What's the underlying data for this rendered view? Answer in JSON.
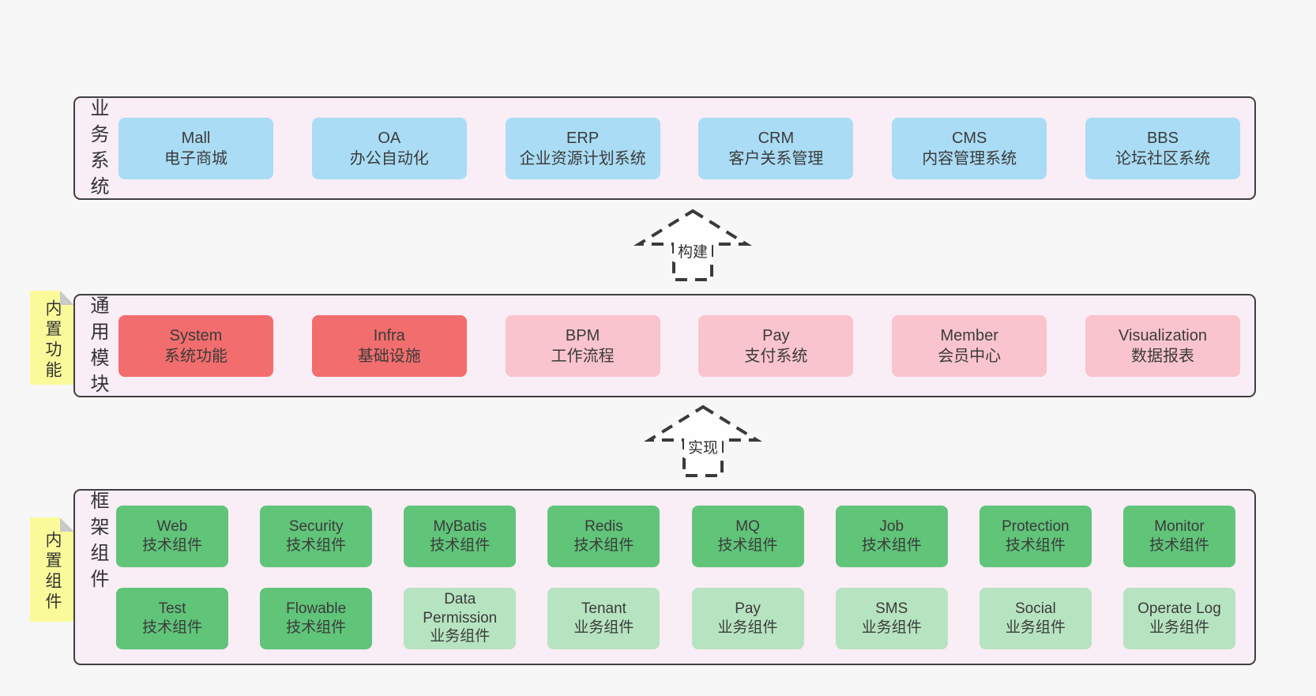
{
  "colors": {
    "page_bg": "#f7f7f7",
    "section_bg": "#f9edf6",
    "section_border": "#3f3f3f",
    "business_box": "#aadcf5",
    "core_module_box": "#f26d6d",
    "module_box": "#f9c4cd",
    "tech_component_box": "#60c479",
    "biz_component_box": "#b7e4c0",
    "sticky_note": "#fafa9b",
    "sticky_fold": "#c9c9c9",
    "text": "#3b3b3b"
  },
  "arrows": [
    {
      "label": "构建"
    },
    {
      "label": "实现"
    }
  ],
  "sections": [
    {
      "label": "业务系统",
      "boxes": [
        {
          "name": "Mall",
          "desc": "电子商城"
        },
        {
          "name": "OA",
          "desc": "办公自动化"
        },
        {
          "name": "ERP",
          "desc": "企业资源计划系统"
        },
        {
          "name": "CRM",
          "desc": "客户关系管理"
        },
        {
          "name": "CMS",
          "desc": "内容管理系统"
        },
        {
          "name": "BBS",
          "desc": "论坛社区系统"
        }
      ]
    },
    {
      "label": "通用模块",
      "sticky": "内置功能",
      "boxes": [
        {
          "name": "System",
          "desc": "系统功能"
        },
        {
          "name": "Infra",
          "desc": "基础设施"
        },
        {
          "name": "BPM",
          "desc": "工作流程"
        },
        {
          "name": "Pay",
          "desc": "支付系统"
        },
        {
          "name": "Member",
          "desc": "会员中心"
        },
        {
          "name": "Visualization",
          "desc": "数据报表"
        }
      ]
    },
    {
      "label": "框架组件",
      "sticky": "内置组件",
      "rows": [
        {
          "boxes": [
            {
              "name": "Web",
              "desc": "技术组件"
            },
            {
              "name": "Security",
              "desc": "技术组件"
            },
            {
              "name": "MyBatis",
              "desc": "技术组件"
            },
            {
              "name": "Redis",
              "desc": "技术组件"
            },
            {
              "name": "MQ",
              "desc": "技术组件"
            },
            {
              "name": "Job",
              "desc": "技术组件"
            },
            {
              "name": "Protection",
              "desc": "技术组件"
            },
            {
              "name": "Monitor",
              "desc": "技术组件"
            }
          ]
        },
        {
          "boxes": [
            {
              "name": "Test",
              "desc": "技术组件"
            },
            {
              "name": "Flowable",
              "desc": "技术组件"
            },
            {
              "name": "Data Permission",
              "desc": "业务组件"
            },
            {
              "name": "Tenant",
              "desc": "业务组件"
            },
            {
              "name": "Pay",
              "desc": "业务组件"
            },
            {
              "name": "SMS",
              "desc": "业务组件"
            },
            {
              "name": "Social",
              "desc": "业务组件"
            },
            {
              "name": "Operate Log",
              "desc": "业务组件"
            }
          ]
        }
      ]
    }
  ]
}
